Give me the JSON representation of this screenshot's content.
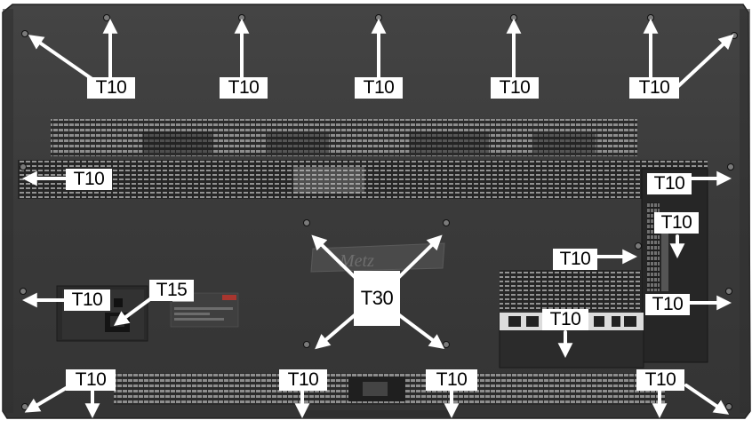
{
  "photo": {
    "subject": "rear-panel-with-screw-callouts",
    "colors": {
      "panel": "#3b3b3b",
      "panel_edge": "#2a2a2a",
      "vent": "#8a8a8a",
      "vent_dark": "#1c1c1c",
      "screw": "#7a7a7a",
      "arrow": "#ffffff",
      "label_bg": "#ffffff",
      "label_text": "#000000",
      "sticker": "#a8362f"
    }
  },
  "callouts": {
    "top": [
      "T10",
      "T10",
      "T10",
      "T10",
      "T10"
    ],
    "left": [
      "T10",
      "T10"
    ],
    "right": [
      "T10",
      "T10",
      "T10",
      "T10"
    ],
    "center": "T30",
    "power_jack": "T15",
    "io_panel": "T10",
    "bottom": [
      "T10",
      "T10",
      "T10",
      "T10"
    ]
  }
}
